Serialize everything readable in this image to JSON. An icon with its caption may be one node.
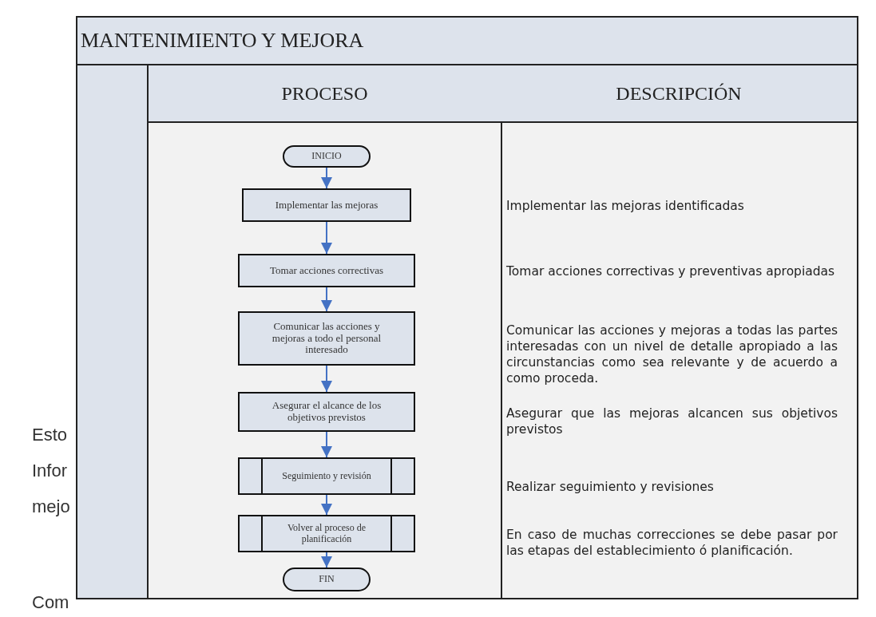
{
  "diagram": {
    "title": "MANTENIMIENTO Y MEJORA",
    "nodes": [
      {
        "text": [
          "INICIO"
        ]
      },
      {
        "text": [
          "Implementar las mejoras"
        ]
      },
      {
        "text": [
          "Tomar acciones correctivas"
        ]
      },
      {
        "text": [
          "Comunicar las acciones y mejoras a todo el personal interesado"
        ]
      },
      {
        "text": [
          "Asegurar el alcance de los objetivos previstos"
        ]
      },
      {
        "text": [
          "Seguimiento y revisión"
        ]
      },
      {
        "text": [
          "Volver al proceso de planificación"
        ]
      },
      {
        "text": [
          "FIN"
        ]
      }
    ],
    "edges": [
      {
        "from": 0,
        "to": 1,
        "arrow": "to"
      },
      {
        "from": 1,
        "to": 2,
        "arrow": "to"
      },
      {
        "from": 2,
        "to": 3,
        "arrow": "to"
      },
      {
        "from": 3,
        "to": 4,
        "arrow": "to"
      },
      {
        "from": 4,
        "to": 5,
        "arrow": "to"
      },
      {
        "from": 5,
        "to": 6,
        "arrow": "to"
      },
      {
        "from": 6,
        "to": 7,
        "arrow": "to"
      }
    ],
    "labels": [
      "PROCESO",
      "DESCRIPCIÓN",
      "Implementar las mejoras identificadas",
      "Tomar acciones correctivas y preventivas apropiadas",
      "Comunicar las acciones y mejoras a todas las partes interesadas con un nivel de detalle apropiado a las circunstancias como sea relevante y de acuerdo a como proceda.",
      "Asegurar que las mejoras alcancen sus objetivos previstos",
      "Realizar seguimiento y revisiones",
      "En caso de muchas correcciones se debe pasar por las etapas del establecimiento ó planificación.",
      "Esto",
      "Infor",
      "mejo",
      "Com"
    ]
  }
}
